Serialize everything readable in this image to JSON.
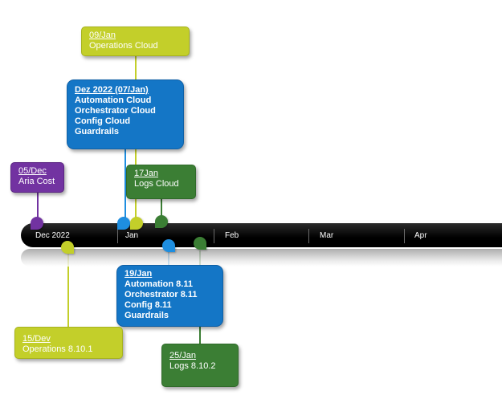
{
  "timeline": {
    "months": [
      "Dec 2022",
      "Jan",
      "Feb",
      "Mar",
      "Apr"
    ]
  },
  "events": {
    "operations_cloud": {
      "date": "09/Jan",
      "lines": [
        "Operations Cloud"
      ],
      "color": "#c3cf2a"
    },
    "dez2022": {
      "date": "Dez 2022 (07/Jan)",
      "lines": [
        "Automation Cloud",
        "Orchestrator Cloud",
        "Config Cloud",
        "Guardrails"
      ],
      "color": "#1476c6"
    },
    "logs_cloud": {
      "date": "17Jan",
      "lines": [
        "Logs Cloud"
      ],
      "color": "#3b7e34"
    },
    "aria_cost": {
      "date": "05/Dec",
      "lines": [
        "Aria Cost"
      ],
      "color": "#7233a1"
    },
    "automation_811": {
      "date": "19/Jan",
      "lines": [
        "Automation 8.11",
        "Orchestrator 8.11",
        "Config 8.11",
        "Guardrails"
      ],
      "color": "#1476c6"
    },
    "operations_8101": {
      "date": "15/Dev",
      "lines": [
        "Operations 8.10.1"
      ],
      "color": "#c3cf2a"
    },
    "logs_8102": {
      "date": "25/Jan",
      "lines": [
        "Logs 8.10.2"
      ],
      "color": "#3b7e34"
    }
  }
}
